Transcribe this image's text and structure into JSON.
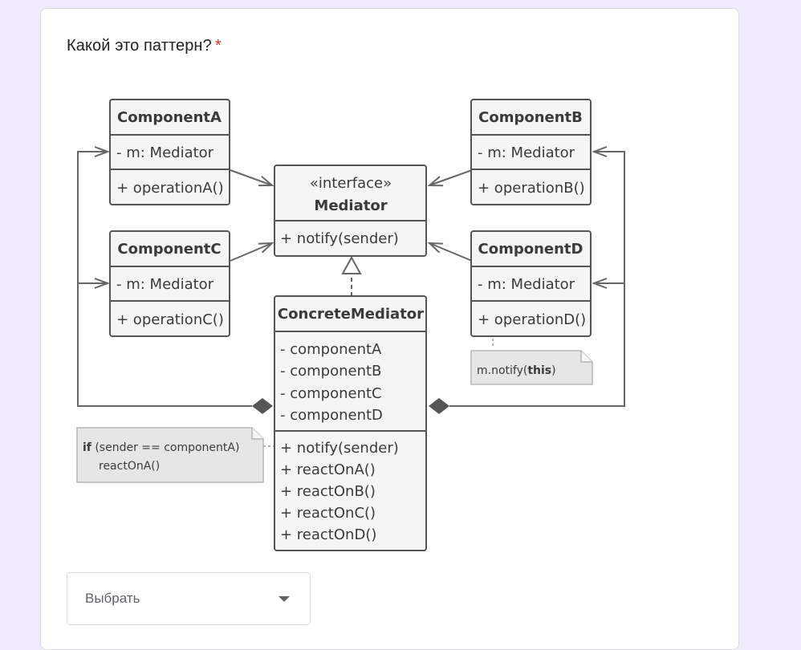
{
  "question": {
    "title": "Какой это паттерн?",
    "required_mark": "*"
  },
  "diagram": {
    "componentA": {
      "name": "ComponentA",
      "field": "- m: Mediator",
      "method": "+ operationA()"
    },
    "componentB": {
      "name": "ComponentB",
      "field": "- m: Mediator",
      "method": "+ operationB()"
    },
    "componentC": {
      "name": "ComponentC",
      "field": "- m: Mediator",
      "method": "+ operationC()"
    },
    "componentD": {
      "name": "ComponentD",
      "field": "- m: Mediator",
      "method": "+ operationD()"
    },
    "mediator": {
      "stereotype": "«interface»",
      "name": "Mediator",
      "method": "+ notify(sender)"
    },
    "concrete": {
      "name": "ConcreteMediator",
      "fields": [
        "- componentA",
        "- componentB",
        "- componentC",
        "- componentD"
      ],
      "methods": [
        "+ notify(sender)",
        "+ reactOnA()",
        "+ reactOnB()",
        "+ reactOnC()",
        "+ reactOnD()"
      ]
    },
    "note_notify": {
      "prefix": "m.notify(",
      "keyword": "this",
      "suffix": ")"
    },
    "note_if": {
      "keyword": "if",
      "condition": " (sender == componentA)",
      "action": "reactOnA()"
    }
  },
  "dropdown": {
    "value": "Выбрать",
    "icon": "caret-down-icon"
  },
  "colors": {
    "background": "#f0ebf8",
    "required": "#d93025",
    "box_fill": "#f5f5f5",
    "note_fill": "#e6e6e6"
  }
}
